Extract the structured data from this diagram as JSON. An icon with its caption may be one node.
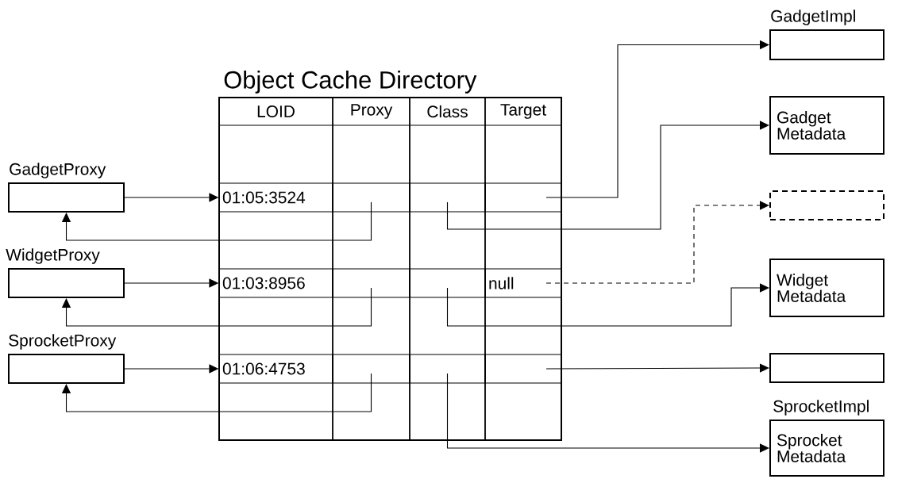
{
  "diagram": {
    "nodes": [
      {
        "text": [
          "Object Cache Directory"
        ]
      },
      {
        "text": [
          "GadgetProxy"
        ]
      },
      {
        "text": [
          "WidgetProxy"
        ]
      },
      {
        "text": [
          "SprocketProxy"
        ]
      },
      {
        "text": [
          "01:05:3524"
        ],
        "in": 0
      },
      {
        "text": [],
        "shape": "box",
        "in": 0
      },
      {
        "text": [],
        "shape": "box",
        "in": 0
      },
      {
        "text": [],
        "shape": "box",
        "in": 0
      },
      {
        "text": [
          "01:03:8956"
        ],
        "in": 0
      },
      {
        "text": [],
        "shape": "box",
        "in": 0
      },
      {
        "text": [],
        "shape": "box",
        "in": 0
      },
      {
        "text": [
          "null"
        ],
        "in": 0
      },
      {
        "text": [
          "01:06:4753"
        ],
        "in": 0
      },
      {
        "text": [],
        "shape": "box",
        "in": 0
      },
      {
        "text": [],
        "shape": "box",
        "in": 0
      },
      {
        "text": [],
        "shape": "box",
        "in": 0
      },
      {
        "text": [
          "GadgetImpl"
        ]
      },
      {
        "text": [
          "Gadget Metadata"
        ]
      },
      {
        "text": [],
        "shape": "box"
      },
      {
        "text": [
          "Widget Metadata"
        ]
      },
      {
        "text": [],
        "shape": "box"
      },
      {
        "text": [
          "SprocketImpl",
          "Sprocket Metadata"
        ]
      }
    ],
    "edges": [
      {
        "from": 1,
        "to": 4,
        "arrow": "to"
      },
      {
        "from": 5,
        "to": 1,
        "arrow": "to"
      },
      {
        "from": 6,
        "to": 17,
        "arrow": "to"
      },
      {
        "from": 7,
        "to": 16,
        "arrow": "to"
      },
      {
        "from": 2,
        "to": 8,
        "arrow": "to"
      },
      {
        "from": 9,
        "to": 2,
        "arrow": "to"
      },
      {
        "from": 10,
        "to": 19,
        "arrow": "to"
      },
      {
        "from": 11,
        "to": 18,
        "arrow": "to",
        "style": "dashed"
      },
      {
        "from": 3,
        "to": 12,
        "arrow": "to"
      },
      {
        "from": 13,
        "to": 3,
        "arrow": "to"
      },
      {
        "from": 14,
        "to": 21,
        "arrow": "to"
      },
      {
        "from": 15,
        "to": 20,
        "arrow": "to"
      }
    ],
    "labels": [
      "LOID",
      "Proxy",
      "Class",
      "Target"
    ]
  }
}
